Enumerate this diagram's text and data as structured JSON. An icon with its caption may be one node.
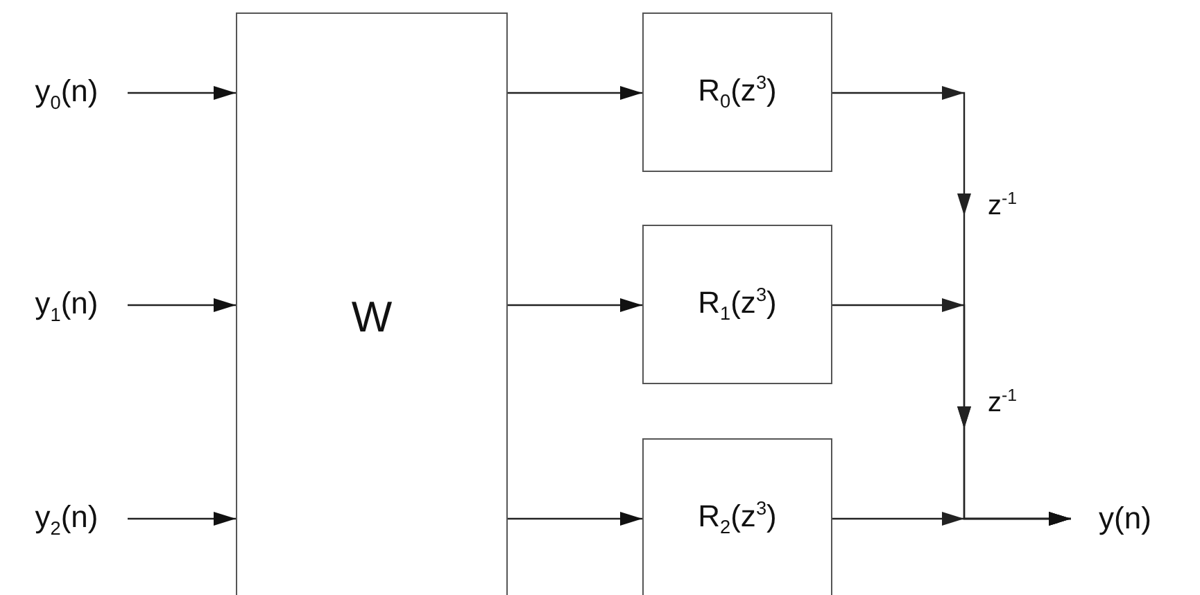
{
  "diagram": {
    "nodes": [
      {
        "text": [
          "y$_{0}$(n)"
        ]
      },
      {
        "text": [
          "y$_{1}$(n)"
        ]
      },
      {
        "text": [
          "y$_{2}$(n)"
        ]
      },
      {
        "text": [
          "W"
        ]
      },
      {
        "text": [
          "R$_{0}$(z$^{3}$)"
        ]
      },
      {
        "text": [
          "R$_{1}$(z$^{3}$)"
        ]
      },
      {
        "text": [
          "R$_{2}$(z$^{3}$)"
        ]
      },
      {
        "text": [
          "y(n)"
        ]
      }
    ],
    "edges": [
      {
        "from": 0,
        "to": 3,
        "arrow": "to"
      },
      {
        "from": 1,
        "to": 3,
        "arrow": "to"
      },
      {
        "from": 2,
        "to": 3,
        "arrow": "to"
      },
      {
        "from": 3,
        "to": 4,
        "arrow": "to"
      },
      {
        "from": 3,
        "to": 5,
        "arrow": "to"
      },
      {
        "from": 3,
        "to": 6,
        "arrow": "to"
      },
      {
        "from": 4,
        "to": 7,
        "arrow": "to"
      },
      {
        "from": 5,
        "to": 7,
        "arrow": "to"
      },
      {
        "from": 6,
        "to": 7,
        "arrow": "to"
      }
    ],
    "labels": [
      "z$^{-1}$",
      "z$^{-1}$"
    ]
  }
}
